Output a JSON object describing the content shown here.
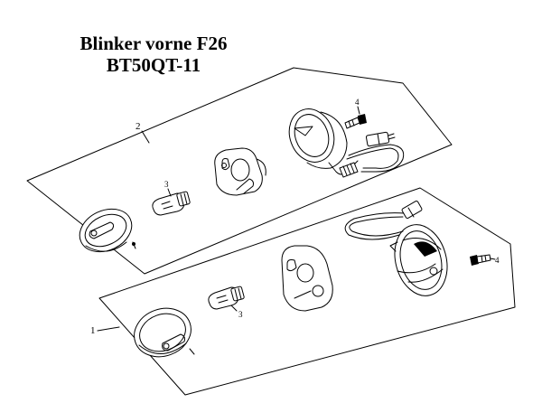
{
  "diagram": {
    "title_line1": "Blinker vorne F26",
    "title_line2": "BT50QT-11",
    "callouts": {
      "group_upper": "2",
      "group_lower": "1",
      "bulb_upper": "3",
      "bulb_lower": "3",
      "screw_upper": "4",
      "screw_lower": "4"
    }
  }
}
